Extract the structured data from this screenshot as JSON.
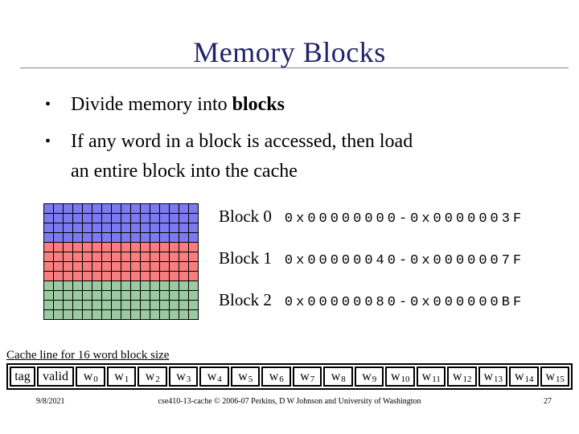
{
  "slide": {
    "title": "Memory Blocks",
    "bullet_glyph": "•",
    "bullet1": {
      "text": "Divide memory into ",
      "bold": "blocks"
    },
    "bullet2": {
      "text": "If any word in a block is accessed, then load\nan entire block into the cache"
    }
  },
  "memory_grid": {
    "columns": 16,
    "rows_per_block": 4,
    "block_colors": [
      "#7b7bef",
      "#f87e7e",
      "#9bcaa2"
    ],
    "grid_line_color": "#000000"
  },
  "address_blocks": [
    {
      "label": "Block 0",
      "range": "0x00000000-0x0000003F"
    },
    {
      "label": "Block 1",
      "range": "0x00000040-0x0000007F"
    },
    {
      "label": "Block 2",
      "range": "0x00000080-0x000000BF"
    }
  ],
  "cache_line": {
    "caption": "Cache line for 16 word block size",
    "cells": [
      {
        "label": "tag",
        "sub": ""
      },
      {
        "label": "valid",
        "sub": ""
      },
      {
        "label": "w",
        "sub": "0"
      },
      {
        "label": "w",
        "sub": "1"
      },
      {
        "label": "w",
        "sub": "2"
      },
      {
        "label": "w",
        "sub": "3"
      },
      {
        "label": "w",
        "sub": "4"
      },
      {
        "label": "w",
        "sub": "5"
      },
      {
        "label": "w",
        "sub": "6"
      },
      {
        "label": "w",
        "sub": "7"
      },
      {
        "label": "w",
        "sub": "8"
      },
      {
        "label": "w",
        "sub": "9"
      },
      {
        "label": "w",
        "sub": "10"
      },
      {
        "label": "w",
        "sub": "11"
      },
      {
        "label": "w",
        "sub": "12"
      },
      {
        "label": "w",
        "sub": "13"
      },
      {
        "label": "w",
        "sub": "14"
      },
      {
        "label": "w",
        "sub": "15"
      }
    ]
  },
  "footer": {
    "date": "9/8/2021",
    "credit": "cse410-13-cache © 2006-07 Perkins, D W Johnson and University of Washington",
    "slide_number": "27"
  },
  "colors": {
    "title": "#22226a",
    "title_rule": "#888888"
  }
}
